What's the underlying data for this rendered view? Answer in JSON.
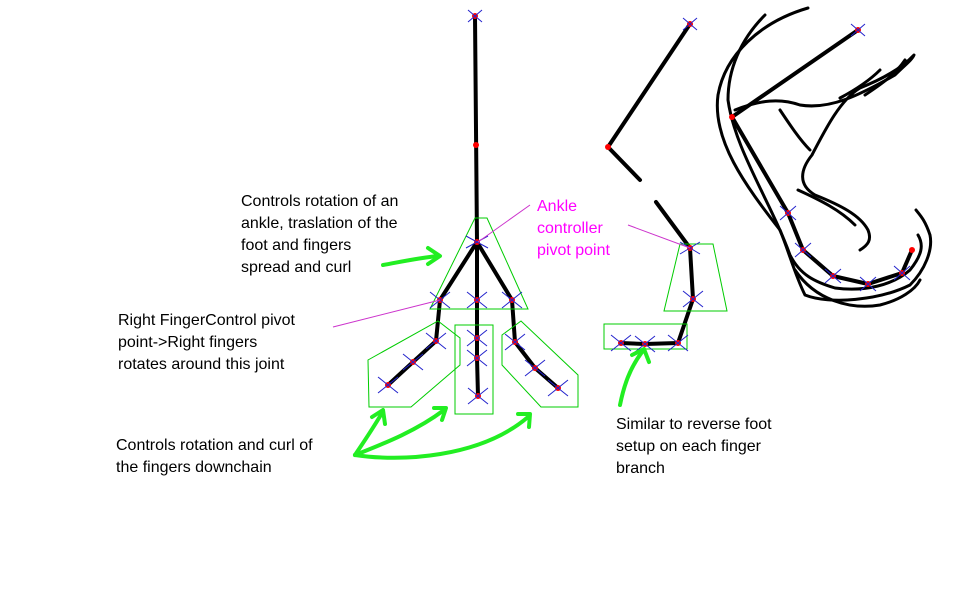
{
  "annotations": {
    "ankle_controls": [
      "Controls rotation of an",
      "ankle, traslation of the",
      "foot and fingers",
      "spread and curl"
    ],
    "ankle_pivot": [
      "Ankle",
      "controller",
      "pivot point"
    ],
    "finger_control_pivot": [
      "Right FingerControl pivot",
      "point->Right fingers",
      "rotates around this joint"
    ],
    "fingers_downchain": [
      "Controls rotation and curl of",
      "the fingers downchain"
    ],
    "reverse_foot": [
      "Similar to reverse foot",
      "setup on each finger",
      "branch"
    ]
  },
  "colors": {
    "bone": "#000000",
    "joint": "#ff0000",
    "control_box": "#00cc00",
    "arrow": "#22ee22",
    "leader": "#cc33cc",
    "cross": "#2222cc",
    "magenta_text": "#ff00ff"
  }
}
